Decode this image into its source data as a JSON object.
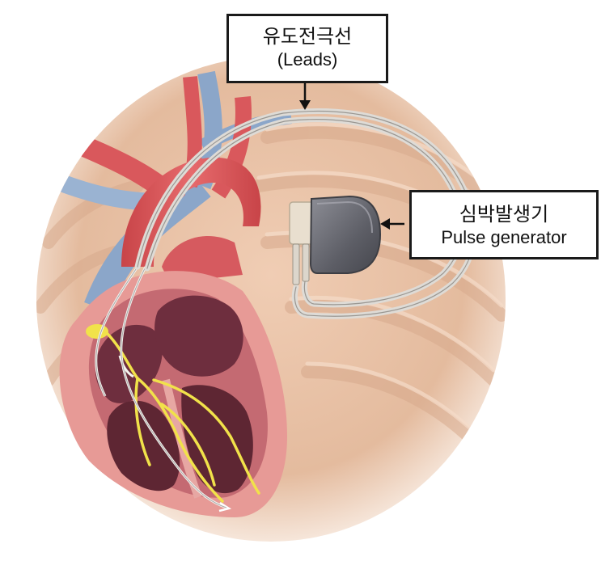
{
  "labels": {
    "leads": {
      "ko": "유도전극선",
      "en": "(Leads)"
    },
    "pulse_generator": {
      "ko": "심박발생기",
      "en": "Pulse generator"
    }
  },
  "colors": {
    "background": "#ffffff",
    "skin": "#e8c3a8",
    "artery": "#d9585c",
    "vein": "#8ba6c9",
    "myocardium": "#c46a72",
    "chamber": "#6e2e3e",
    "conduction": "#f1e24a",
    "device_case": "#6f7078",
    "lead_wire": "#e6e3e0"
  },
  "icons": {
    "leads_arrow": "arrow-down-icon",
    "pulse_arrow": "arrow-left-icon"
  }
}
